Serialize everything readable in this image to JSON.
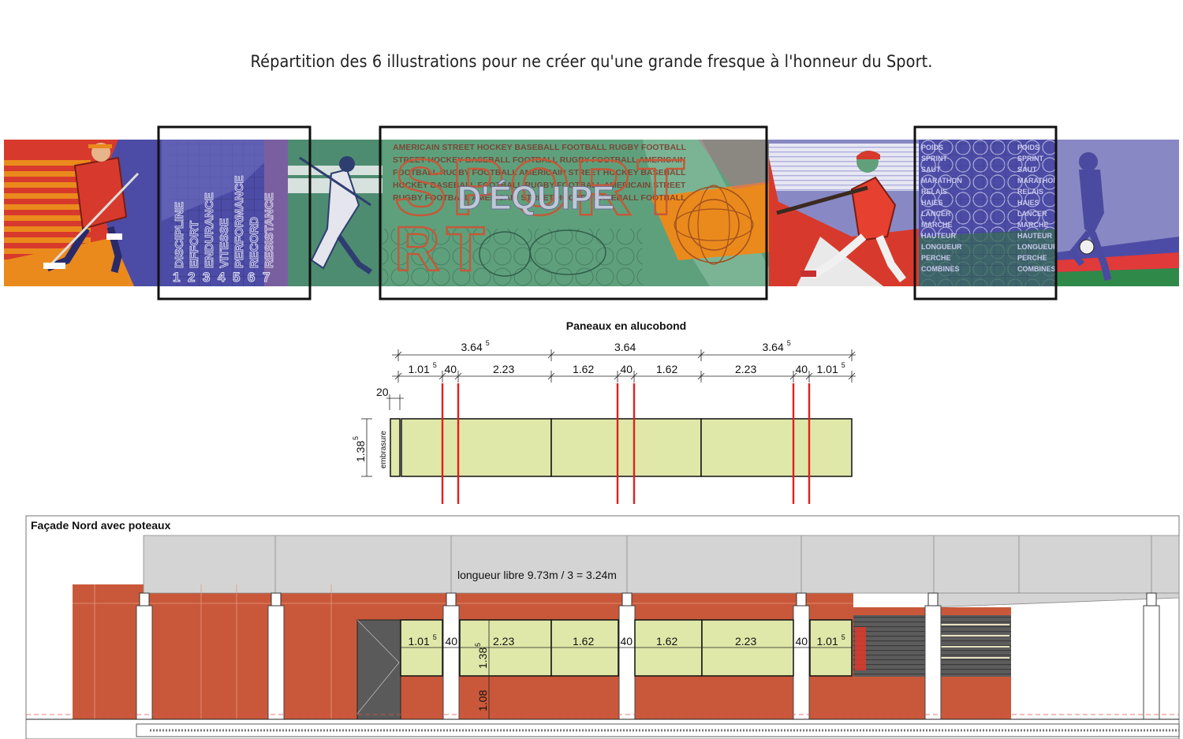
{
  "caption": "Répartition des 6 illustrations pour ne créer qu'une grande fresque à l'honneur du Sport.",
  "fresque": {
    "mural_words": [
      "DISCIPLINE",
      "EFFORT",
      "ENDURANCE",
      "VITESSE",
      "PERFORMANCE",
      "RECORD",
      "RESISTANCE"
    ],
    "mural_numbers": [
      "1",
      "2",
      "3",
      "4",
      "5",
      "6",
      "7"
    ],
    "center_big_text": "SPORT",
    "center_word": "D'ÉQUIPE",
    "center_word_bottom": "RT",
    "sports_lines": [
      "AMERICAIN STREET HOCKEY BASEBALL FOOTBALL RUGBY FOOTBALL",
      "STREET HOCKEY BASEBALL FOOTBALL RUGBY FOOTBALL AMERICAIN",
      "FOOTBALL RUGBY FOOTBALL AMERICAIN STREET HOCKEY BASEBALL",
      "HOCKEY BASEBALL FOOTBALL RUGBY FOOTBALL AMERICAIN STREET",
      "RUGBY FOOTBALL AMERICAIN STREET HOCKEY BASEBALL FOOTBALL"
    ],
    "right_words": [
      "POIDS",
      "SPRINT",
      "SAUT",
      "MARATHON",
      "RELAIS",
      "HAIES",
      "LANCER",
      "MARCHE",
      "HAUTEUR",
      "LONGUEUR",
      "PERCHE",
      "COMBINES"
    ],
    "colors": {
      "orange": "#ea8a1c",
      "red": "#d73a2c",
      "purple": "#4c4ca6",
      "lavender": "#8888c4",
      "green": "#5fa07c",
      "teal": "#4d8c70"
    }
  },
  "panels": {
    "title": "Paneaux en alucobond",
    "top_dims": [
      {
        "main": "3.64",
        "sup": "5"
      },
      {
        "main": "3.64",
        "sup": ""
      },
      {
        "main": "3.64",
        "sup": "5"
      }
    ],
    "sub_dims": [
      {
        "main": "1.01",
        "sup": "5"
      },
      {
        "main": "40",
        "sup": ""
      },
      {
        "main": "2.23",
        "sup": ""
      },
      {
        "main": "1.62",
        "sup": ""
      },
      {
        "main": "40",
        "sup": ""
      },
      {
        "main": "1.62",
        "sup": ""
      },
      {
        "main": "2.23",
        "sup": ""
      },
      {
        "main": "40",
        "sup": ""
      },
      {
        "main": "1.01",
        "sup": "5"
      }
    ],
    "gap_dim": "20",
    "height_dim": {
      "main": "1.38",
      "sup": "5"
    },
    "embrasure_label": "embrasure",
    "panel_color": "#dfe8a8",
    "post_color": "#e02020"
  },
  "facade": {
    "title": "Façade Nord avec poteaux",
    "span_note": "longueur libre 9.73m / 3 = 3.24m",
    "panel_dims": [
      {
        "main": "1.01",
        "sup": "5"
      },
      {
        "main": "40",
        "sup": ""
      },
      {
        "main": "2.23",
        "sup": ""
      },
      {
        "main": "1.62",
        "sup": ""
      },
      {
        "main": "40",
        "sup": ""
      },
      {
        "main": "1.62",
        "sup": ""
      },
      {
        "main": "2.23",
        "sup": ""
      },
      {
        "main": "40",
        "sup": ""
      },
      {
        "main": "1.01",
        "sup": "5"
      }
    ],
    "height_dim": {
      "main": "1.38",
      "sup": "5"
    },
    "base_dim": "1.08",
    "wall_color": "#c9583a",
    "roof_color": "#d4d4d4"
  }
}
